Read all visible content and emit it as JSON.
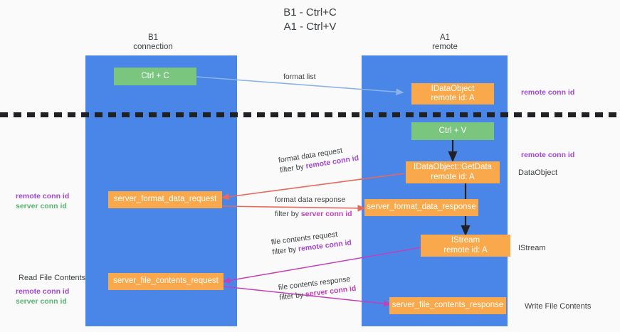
{
  "title": "B1 - Ctrl+C\nA1 - Ctrl+V",
  "columns": [
    {
      "name": "B1",
      "role": "connection",
      "label": "B1\nconnection"
    },
    {
      "name": "A1",
      "role": "remote",
      "label": "A1\nremote"
    }
  ],
  "nodes": {
    "ctrl_c": "Ctrl + C",
    "ctrl_v": "Ctrl + V",
    "idataobject": "IDataObject\nremote id: A",
    "idataobject_getdata": "IDataObject::GetData\nremote id: A",
    "istream": "IStream\nremote id: A",
    "server_format_data_request": "server_format_data_request",
    "server_format_data_response": "server_format_data_response",
    "server_file_contents_request": "server_file_contents_request",
    "server_file_contents_response": "server_file_contents_response"
  },
  "edges": {
    "format_list": "format list",
    "format_data_request": "format data request",
    "format_data_request_filter_prefix": "filter by ",
    "format_data_request_filter_key": "remote conn id",
    "format_data_response": "format data response",
    "format_data_response_filter_prefix": "filter by ",
    "format_data_response_filter_key": "server conn id",
    "file_contents_request": "file contents request",
    "file_contents_request_filter_prefix": "filter by ",
    "file_contents_request_filter_key": "remote conn id",
    "file_contents_response": "file contents response",
    "file_contents_response_filter_prefix": "filter by ",
    "file_contents_response_filter_key": "server conn id"
  },
  "annotations": {
    "right_remote_conn_id_top": "remote conn id",
    "right_remote_conn_id_mid": "remote conn id",
    "right_dataobject": "DataObject",
    "right_istream": "IStream",
    "right_write_file_contents": "Write File Contents",
    "left_remote_conn_id": "remote conn id",
    "left_server_conn_id": "server conn id",
    "left_read_file_contents": "Read File Contents",
    "left_remote_conn_id_2": "remote conn id",
    "left_server_conn_id_2": "server conn id"
  },
  "colors": {
    "lane": "#4a86e8",
    "node_green": "#7bc67e",
    "node_orange": "#f9a94c",
    "remote_key": "#a347d1",
    "server_key": "#c340b8",
    "server_note": "#57b56e",
    "wire_blue": "#8ab4e8",
    "wire_red": "#e8685d",
    "wire_magenta": "#c340b8",
    "wire_black": "#202124",
    "background": "#fafafa"
  }
}
